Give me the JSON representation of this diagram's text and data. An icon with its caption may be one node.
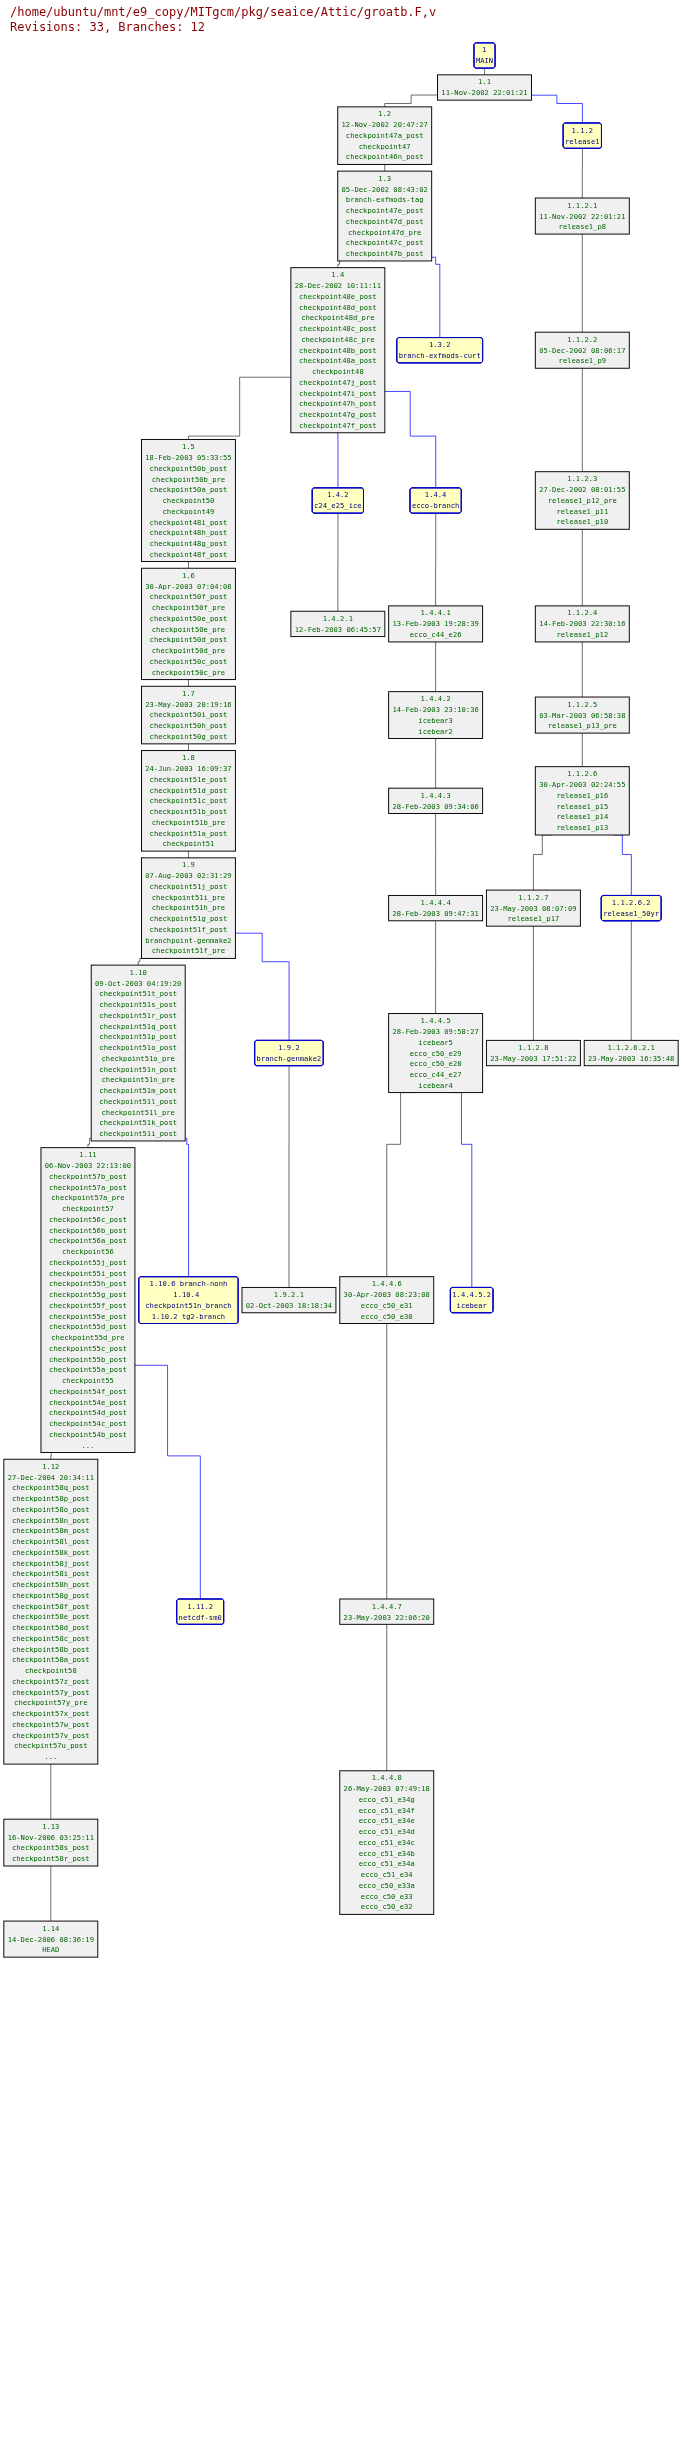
{
  "diagram": {
    "title": "/home/ubuntu/mnt/e9_copy/MITgcm/pkg/seaice/Attic/groatb.F,v",
    "nodes": [
      {
        "text": [
          "1",
          "MAIN"
        ]
      },
      {
        "text": [
          "1.1",
          "11-Nov-2002 22:01:21"
        ]
      },
      {
        "text": [
          "1.2",
          "12-Nov-2002 20:47:27",
          "checkpoint47a_post",
          "checkpoint47",
          "checkpoint46n_post"
        ]
      },
      {
        "text": [
          "1.3",
          "05-Dec-2002 08:43:02",
          "branch-exfmods-tag",
          "checkpoint47e_post",
          "checkpoint47d_post",
          "checkpoint47d_pre",
          "checkpoint47c_post",
          "checkpoint47b_post"
        ]
      },
      {
        "text": [
          "1.4",
          "28-Dec-2002 10:11:11",
          "checkpoint48e_post",
          "checkpoint48d_post",
          "checkpoint48d_pre",
          "checkpoint48c_post",
          "checkpoint48c_pre",
          "checkpoint48b_post",
          "checkpoint48a_post",
          "checkpoint48",
          "checkpoint47j_post",
          "checkpoint47i_post",
          "checkpoint47h_post",
          "checkpoint47g_post",
          "checkpoint47f_post"
        ]
      },
      {
        "text": [
          "1.5",
          "18-Feb-2003 05:33:55",
          "checkpoint50b_post",
          "checkpoint50b_pre",
          "checkpoint50a_post",
          "checkpoint50",
          "checkpoint49",
          "checkpoint48i_post",
          "checkpoint48h_post",
          "checkpoint48g_post",
          "checkpoint48f_post"
        ]
      },
      {
        "text": [
          "1.6",
          "30-Apr-2003 07:04:08",
          "checkpoint50f_post",
          "checkpoint50f_pre",
          "checkpoint50e_post",
          "checkpoint50e_pre",
          "checkpoint50d_post",
          "checkpoint50d_pre",
          "checkpoint50c_post",
          "checkpoint50c_pre"
        ]
      },
      {
        "text": [
          "1.7",
          "23-May-2003 20:19:16",
          "checkpoint50i_post",
          "checkpoint50h_post",
          "checkpoint50g_post"
        ]
      },
      {
        "text": [
          "1.8",
          "24-Jun-2003 16:09:37",
          "checkpoint51e_post",
          "checkpoint51d_post",
          "checkpoint51c_post",
          "checkpoint51b_post",
          "checkpoint51b_pre",
          "checkpoint51a_post",
          "checkpoint51"
        ]
      },
      {
        "text": [
          "1.9",
          "07-Aug-2003 02:31:29",
          "checkpoint51j_post",
          "checkpoint51i_pre",
          "checkpoint51h_pre",
          "checkpoint51g_post",
          "checkpoint51f_post",
          "branchpoint-genmake2",
          "checkpoint51f_pre"
        ]
      },
      {
        "text": [
          "1.10",
          "09-Oct-2003 04:19:20",
          "checkpoint51t_post",
          "checkpoint51s_post",
          "checkpoint51r_post",
          "checkpoint51q_post",
          "checkpoint51p_post",
          "checkpoint51o_post",
          "checkpoint51o_pre",
          "checkpoint51n_post",
          "checkpoint51n_pre",
          "checkpoint51m_post",
          "checkpoint51l_post",
          "checkpoint51l_pre",
          "checkpoint51k_post",
          "checkpoint51i_post"
        ]
      },
      {
        "text": [
          "1.11",
          "06-Nov-2003 22:13:00",
          "checkpoint57b_post",
          "checkpoint57a_post",
          "checkpoint57a_pre",
          "checkpoint57",
          "checkpoint56c_post",
          "checkpoint56b_post",
          "checkpoint56a_post",
          "checkpoint56",
          "checkpoint55j_post",
          "checkpoint55i_post",
          "checkpoint55h_post",
          "checkpoint55g_post",
          "checkpoint55f_post",
          "checkpoint55e_post",
          "checkpoint55d_post",
          "checkpoint55d_pre",
          "checkpoint55c_post",
          "checkpoint55b_post",
          "checkpoint55a_post",
          "checkpoint55",
          "checkpoint54f_post",
          "checkpoint54e_post",
          "checkpoint54d_post",
          "checkpoint54c_post",
          "checkpoint54b_post",
          "..."
        ]
      },
      {
        "text": [
          "1.12",
          "27-Dec-2004 20:34:11",
          "checkpoint58q_post",
          "checkpoint58p_post",
          "checkpoint58o_post",
          "checkpoint58n_post",
          "checkpoint58m_post",
          "checkpoint58l_post",
          "checkpoint58k_post",
          "checkpoint58j_post",
          "checkpoint58i_post",
          "checkpoint58h_post",
          "checkpoint58g_post",
          "checkpoint58f_post",
          "checkpoint58e_post",
          "checkpoint58d_post",
          "checkpoint58c_post",
          "checkpoint58b_post",
          "checkpoint58a_post",
          "checkpoint58",
          "checkpoint57z_post",
          "checkpoint57y_post",
          "checkpoint57y_pre",
          "checkpoint57x_post",
          "checkpoint57w_post",
          "checkpoint57v_post",
          "checkpint57u_post",
          "..."
        ]
      },
      {
        "text": [
          "1.13",
          "16-Nov-2006 03:25:11",
          "checkpoint58s_post",
          "checkpoint58r_post"
        ]
      },
      {
        "text": [
          "1.14",
          "14-Dec-2006 08:36:19",
          "HEAD"
        ]
      },
      {
        "text": [
          "1.1.2",
          "release1"
        ]
      },
      {
        "text": [
          "1.1.2.1",
          "11-Nov-2002 22:01:21",
          "release1_p8"
        ]
      },
      {
        "text": [
          "1.1.2.2",
          "05-Dec-2002 08:06:17",
          "release1_p9"
        ]
      },
      {
        "text": [
          "1.1.2.3",
          "27-Dec-2002 08:01:55",
          "release1_p12_pre",
          "release1_p11",
          "release1_p10"
        ]
      },
      {
        "text": [
          "1.1.2.4",
          "14-Feb-2003 22:30:16",
          "release1_p12"
        ]
      },
      {
        "text": [
          "1.1.2.5",
          "03-Mar-2003 06:58:38",
          "release1_p13_pre"
        ]
      },
      {
        "text": [
          "1.1.2.6",
          "30-Apr-2003 02:24:55",
          "release1_p16",
          "release1_p15",
          "release1_p14",
          "release1_p13"
        ]
      },
      {
        "text": [
          "1.1.2.7",
          "23-May-2003 08:07:09",
          "release1_p17"
        ]
      },
      {
        "text": [
          "1.1.2.8",
          "23-May-2003 17:51:22"
        ]
      },
      {
        "text": [
          "1.1.2.6.2",
          "release1_50yr"
        ]
      },
      {
        "text": [
          "1.1.2.6.2.1",
          "23-May-2003 16:35:48"
        ]
      },
      {
        "text": [
          "1.3.2",
          "branch-exfmods-curt"
        ]
      },
      {
        "text": [
          "1.4.2",
          "c24_e25_ice"
        ]
      },
      {
        "text": [
          "1.4.2.1",
          "12-Feb-2003 06:45:57"
        ]
      },
      {
        "text": [
          "1.4.4",
          "ecco-branch"
        ]
      },
      {
        "text": [
          "1.4.4.1",
          "13-Feb-2003 19:28:39",
          "ecco_c44_e26"
        ]
      },
      {
        "text": [
          "1.4.4.2",
          "14-Feb-2003 23:10:36",
          "icebear3",
          "icebear2"
        ]
      },
      {
        "text": [
          "1.4.4.3",
          "28-Feb-2003 09:34:06"
        ]
      },
      {
        "text": [
          "1.4.4.4",
          "28-Feb-2003 09:47:31"
        ]
      },
      {
        "text": [
          "1.4.4.5",
          "28-Feb-2003 09:58:27",
          "icebear5",
          "ecco_c50_e29",
          "ecco_c50_e28",
          "ecco_c44_e27",
          "icebear4"
        ]
      },
      {
        "text": [
          "1.4.4.6",
          "30-Apr-2003 08:23:08",
          "ecco_c50_e31",
          "ecco_c50_e30"
        ]
      },
      {
        "text": [
          "1.4.4.7",
          "23-May-2003 22:06:20"
        ]
      },
      {
        "text": [
          "1.4.4.8",
          "26-May-2003 07:49:18",
          "ecco_c51_e34g",
          "ecco_c51_e34f",
          "ecco_c51_e34e",
          "ecco_c51_e34d",
          "ecco_c51_e34c",
          "ecco_c51_e34b",
          "ecco_c51_e34a",
          "ecco_c51_e34",
          "ecco_c50_e33a",
          "ecco_c50_e33",
          "ecco_c50_e32"
        ]
      },
      {
        "text": [
          "1.4.4.5.2",
          "icebear"
        ]
      },
      {
        "text": [
          "1.9.2",
          "branch-genmake2"
        ]
      },
      {
        "text": [
          "1.9.2.1",
          "02-Oct-2003 18:18:34"
        ]
      },
      {
        "text": [
          "1.10.6 branch-nonh",
          "1.10.4 checkpoint51n_branch",
          "1.10.2 tg2-branch"
        ]
      },
      {
        "text": [
          "1.11.2",
          "netcdf-sm0"
        ]
      }
    ],
    "edges": [
      {
        "from": 0,
        "to": 1,
        "arrow": "none"
      },
      {
        "from": 1,
        "to": 2,
        "arrow": "none"
      },
      {
        "from": 2,
        "to": 3,
        "arrow": "none"
      },
      {
        "from": 3,
        "to": 4,
        "arrow": "none"
      },
      {
        "from": 4,
        "to": 5,
        "arrow": "none"
      },
      {
        "from": 5,
        "to": 6,
        "arrow": "none"
      },
      {
        "from": 6,
        "to": 7,
        "arrow": "none"
      },
      {
        "from": 7,
        "to": 8,
        "arrow": "none"
      },
      {
        "from": 8,
        "to": 9,
        "arrow": "none"
      },
      {
        "from": 9,
        "to": 10,
        "arrow": "none"
      },
      {
        "from": 10,
        "to": 11,
        "arrow": "none"
      },
      {
        "from": 11,
        "to": 12,
        "arrow": "none"
      },
      {
        "from": 12,
        "to": 13,
        "arrow": "none"
      },
      {
        "from": 13,
        "to": 14,
        "arrow": "none"
      },
      {
        "from": 1,
        "to": 15,
        "arrow": "none",
        "color": "#0000ff"
      },
      {
        "from": 15,
        "to": 16,
        "arrow": "none"
      },
      {
        "from": 16,
        "to": 17,
        "arrow": "none"
      },
      {
        "from": 17,
        "to": 18,
        "arrow": "none"
      },
      {
        "from": 18,
        "to": 19,
        "arrow": "none"
      },
      {
        "from": 19,
        "to": 20,
        "arrow": "none"
      },
      {
        "from": 20,
        "to": 21,
        "arrow": "none"
      },
      {
        "from": 21,
        "to": 22,
        "arrow": "none"
      },
      {
        "from": 22,
        "to": 23,
        "arrow": "none"
      },
      {
        "from": 21,
        "to": 24,
        "arrow": "none",
        "color": "#0000ff"
      },
      {
        "from": 24,
        "to": 25,
        "arrow": "none"
      },
      {
        "from": 3,
        "to": 26,
        "arrow": "none",
        "color": "#0000ff"
      },
      {
        "from": 4,
        "to": 27,
        "arrow": "none",
        "color": "#0000ff"
      },
      {
        "from": 27,
        "to": 28,
        "arrow": "none"
      },
      {
        "from": 4,
        "to": 29,
        "arrow": "none",
        "color": "#0000ff"
      },
      {
        "from": 29,
        "to": 30,
        "arrow": "none"
      },
      {
        "from": 30,
        "to": 31,
        "arrow": "none"
      },
      {
        "from": 31,
        "to": 32,
        "arrow": "none"
      },
      {
        "from": 32,
        "to": 33,
        "arrow": "none"
      },
      {
        "from": 33,
        "to": 34,
        "arrow": "none"
      },
      {
        "from": 34,
        "to": 35,
        "arrow": "none"
      },
      {
        "from": 35,
        "to": 36,
        "arrow": "none"
      },
      {
        "from": 36,
        "to": 37,
        "arrow": "none"
      },
      {
        "from": 34,
        "to": 38,
        "arrow": "none",
        "color": "#0000ff"
      },
      {
        "from": 9,
        "to": 39,
        "arrow": "none",
        "color": "#0000ff"
      },
      {
        "from": 39,
        "to": 40,
        "arrow": "none"
      },
      {
        "from": 10,
        "to": 41,
        "arrow": "none",
        "color": "#0000ff"
      },
      {
        "from": 11,
        "to": 42,
        "arrow": "none",
        "color": "#0000ff"
      }
    ],
    "labels": [
      "Revisions: 33, Branches: 12"
    ]
  }
}
